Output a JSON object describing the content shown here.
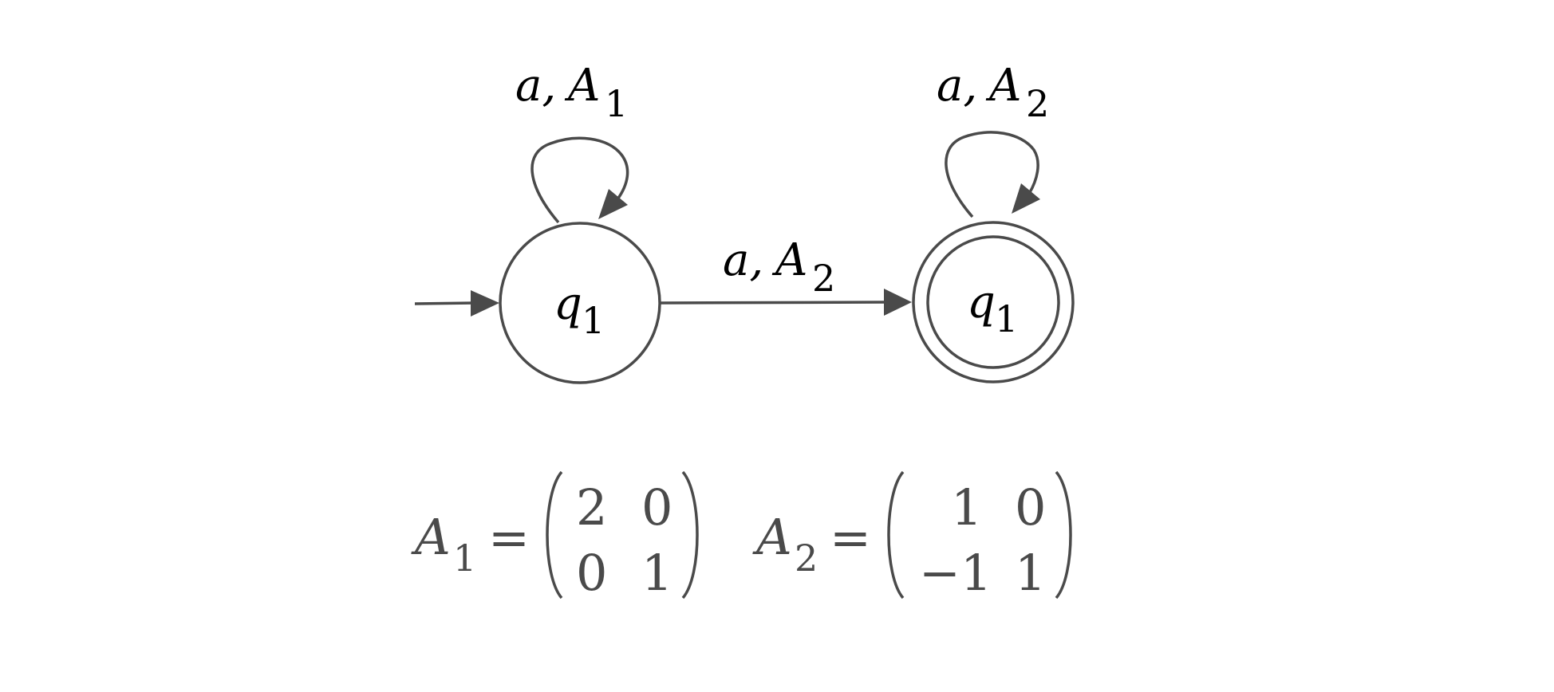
{
  "automaton": {
    "states": [
      {
        "name": "q",
        "sub": "1",
        "initial": true,
        "accepting": false
      },
      {
        "name": "q",
        "sub": "1",
        "initial": false,
        "accepting": true
      }
    ],
    "transitions": [
      {
        "from": 0,
        "to": 0,
        "symbol": "a,",
        "matrix": "A",
        "matrix_sub": "1"
      },
      {
        "from": 1,
        "to": 1,
        "symbol": "a,",
        "matrix": "A",
        "matrix_sub": "2"
      },
      {
        "from": 0,
        "to": 1,
        "symbol": "a,",
        "matrix": "A",
        "matrix_sub": "2"
      }
    ]
  },
  "matrices": [
    {
      "name": "A",
      "sub": "1",
      "equals": "=",
      "rows": [
        [
          "2",
          "0"
        ],
        [
          "0",
          "1"
        ]
      ]
    },
    {
      "name": "A",
      "sub": "2",
      "equals": "=",
      "rows": [
        [
          "1",
          "0"
        ],
        [
          "−1",
          "1"
        ]
      ]
    }
  ],
  "colors": {
    "stroke": "#4a4a4a",
    "label": "#000000",
    "matrix_text": "#4a4a4a"
  }
}
